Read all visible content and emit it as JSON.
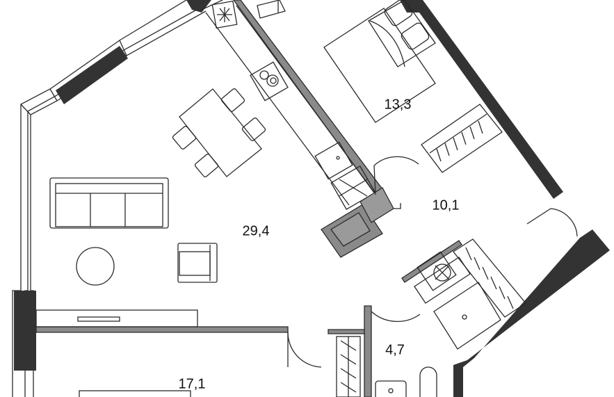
{
  "rooms": [
    {
      "id": "living",
      "label": "29,4"
    },
    {
      "id": "bedroom",
      "label": "13,3"
    },
    {
      "id": "hall",
      "label": "10,1"
    },
    {
      "id": "bathroom",
      "label": "4,7"
    },
    {
      "id": "bedroom2",
      "label": "17,1"
    }
  ],
  "colors": {
    "wall": "#333333",
    "wall_gray": "#8a8a8a",
    "line": "#2a2a2a",
    "background": "#ffffff"
  }
}
